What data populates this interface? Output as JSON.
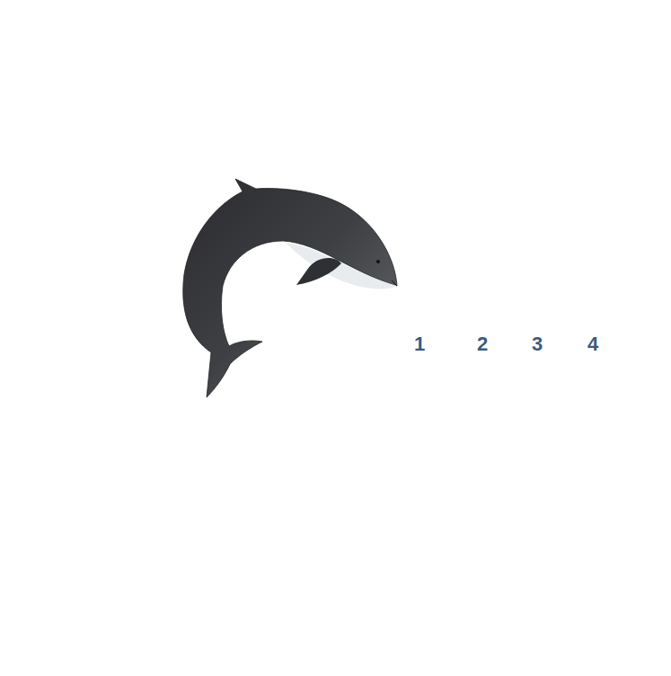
{
  "diagram": {
    "nodes": [
      {
        "text": [
          "4"
        ]
      },
      {
        "text": [
          "3"
        ],
        "in": 0
      },
      {
        "text": [
          "2"
        ],
        "in": 1
      },
      {
        "text": [
          "1"
        ],
        "in": 2
      }
    ]
  }
}
